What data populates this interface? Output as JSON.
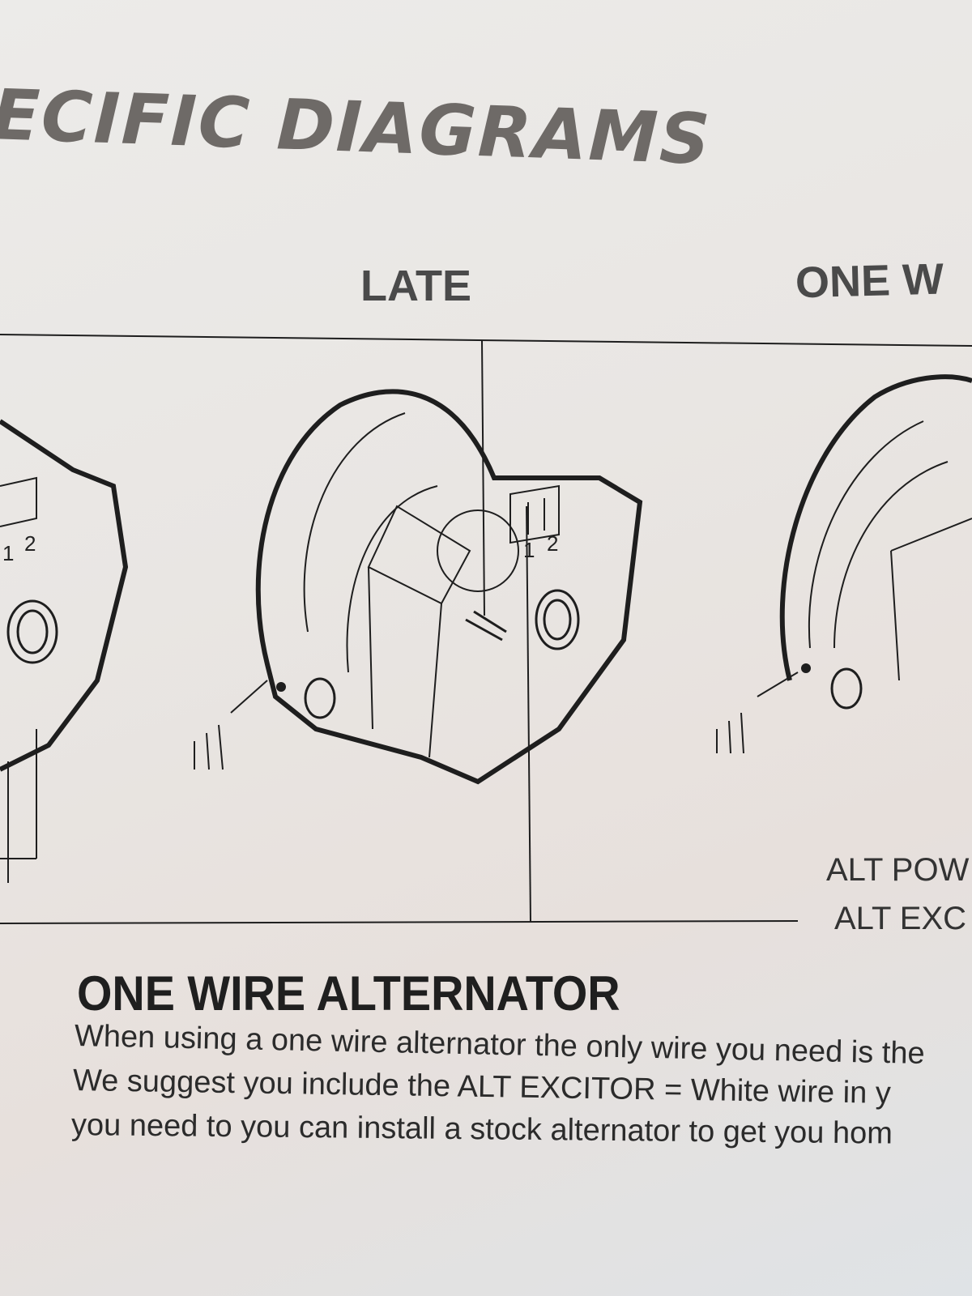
{
  "header": {
    "title": "ECIFIC DIAGRAMS"
  },
  "diagram": {
    "columns": [
      "LATE",
      "ONE W"
    ],
    "terminal_labels": [
      "1",
      "2"
    ],
    "wire_labels": [
      "ALT POW",
      "ALT EXC"
    ]
  },
  "section": {
    "heading": "ONE WIRE ALTERNATOR",
    "lines": [
      "When using a one wire alternator the only wire you need is the",
      "We suggest you include the ALT EXCITOR = White wire in y",
      "you need to you can install a stock alternator to get you hom"
    ]
  }
}
